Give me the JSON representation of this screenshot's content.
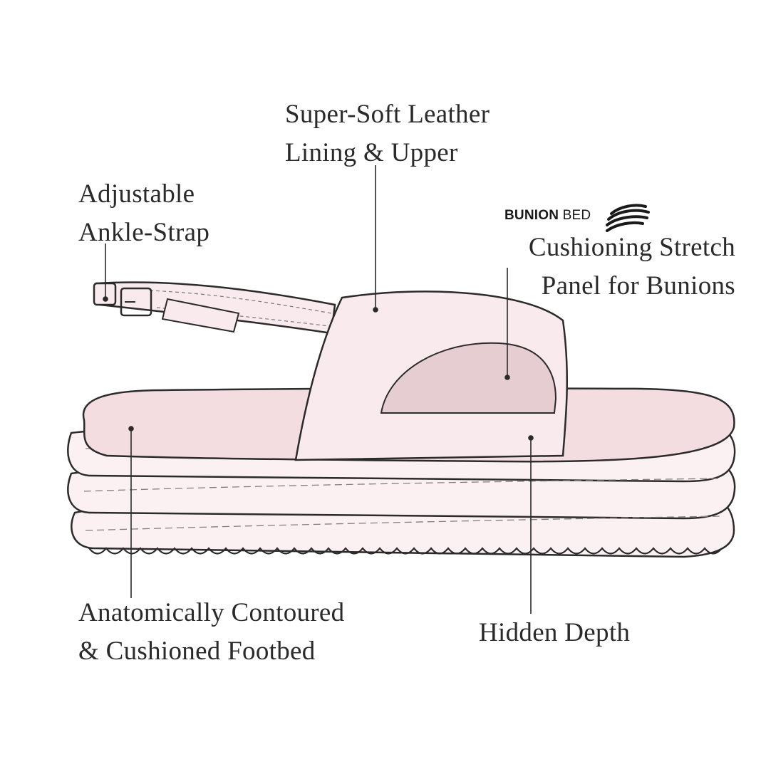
{
  "callouts": {
    "leather": {
      "line1": "Super-Soft Leather",
      "line2": "Lining & Upper"
    },
    "strap": {
      "line1": "Adjustable",
      "line2": "Ankle-Strap"
    },
    "bunion": {
      "brand_bold": "BUNION",
      "brand_light": "BED",
      "line1": "Cushioning Stretch",
      "line2": "Panel for Bunions"
    },
    "footbed": {
      "line1": "Anatomically Contoured",
      "line2": "& Cushioned Footbed"
    },
    "depth": {
      "line1": "Hidden Depth"
    }
  },
  "icons": {
    "brand_logo": "striped-wave-logo-icon"
  },
  "colors": {
    "outline": "#2b2b2b",
    "upper_fill": "#f9eaed",
    "panel_fill": "#e6cdd1",
    "footbed_fill": "#f4dde1",
    "sole_fill": "#fbf0f2",
    "text": "#2a2a2a"
  }
}
